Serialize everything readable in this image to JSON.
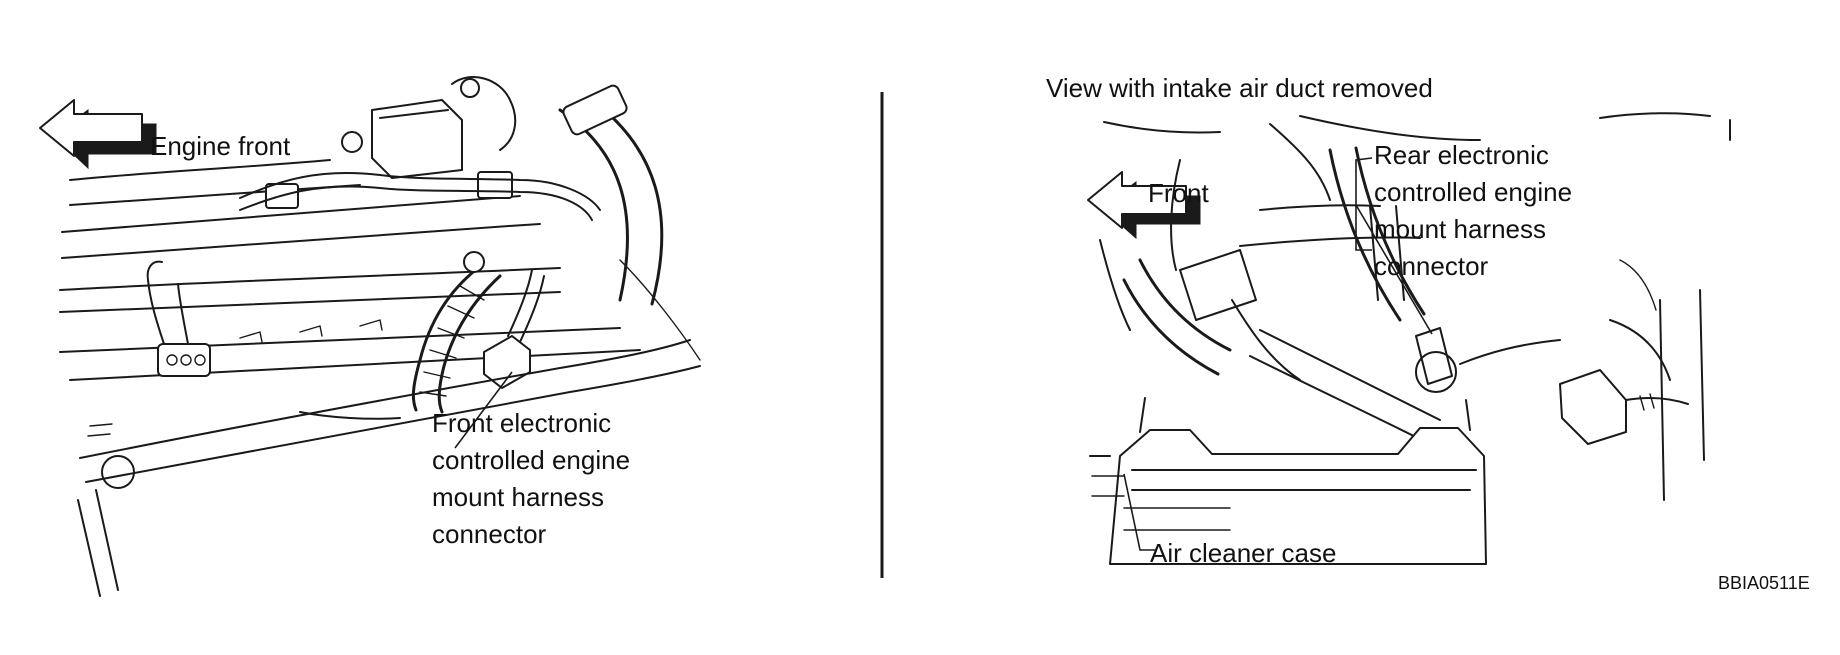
{
  "left_panel": {
    "arrow_label": "Engine front",
    "callout_lines": [
      "Front electronic",
      "controlled engine",
      "mount harness",
      "connector"
    ]
  },
  "right_panel": {
    "view_title": "View with intake air duct removed",
    "arrow_label": "Front",
    "callout_lines": [
      "Rear electronic",
      "controlled engine",
      "mount harness",
      "connector"
    ],
    "air_cleaner_label": "Air cleaner case"
  },
  "figure_code": "BBIA0511E"
}
